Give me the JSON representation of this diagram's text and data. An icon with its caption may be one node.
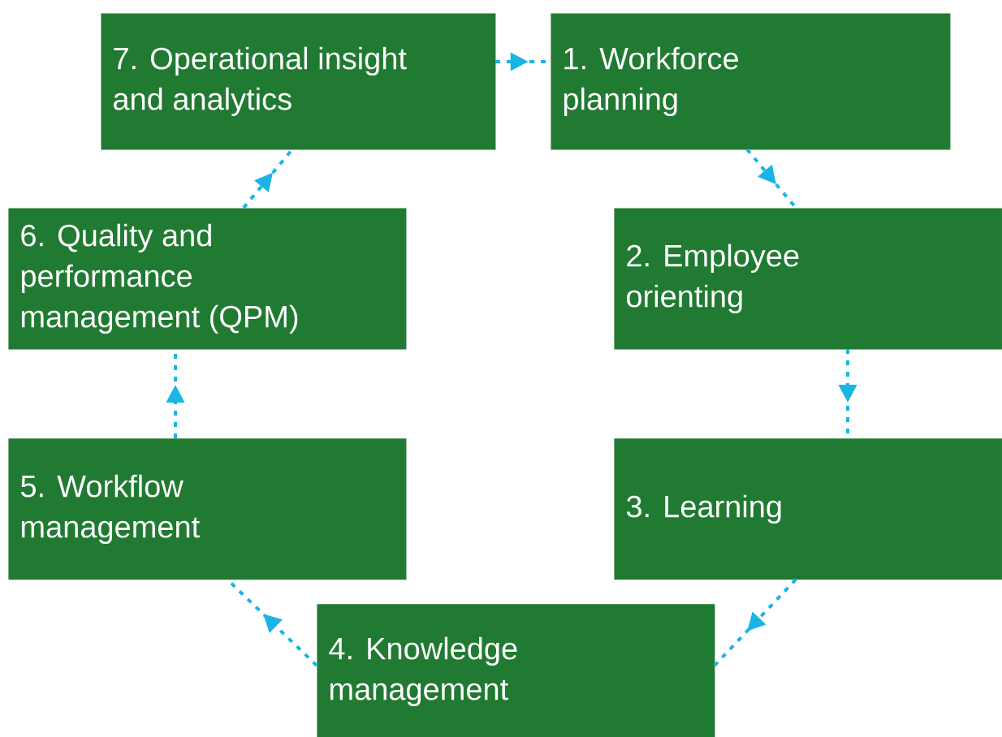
{
  "diagram": {
    "nodes": [
      {
        "text": [
          "1. Workforce planning"
        ]
      },
      {
        "text": [
          "2. Employee orienting"
        ]
      },
      {
        "text": [
          "3. Learning"
        ]
      },
      {
        "text": [
          "4. Knowledge management"
        ]
      },
      {
        "text": [
          "5. Workflow management"
        ]
      },
      {
        "text": [
          "6. Quality and performance management (QPM)"
        ]
      },
      {
        "text": [
          "7. Operational insight and analytics"
        ]
      }
    ],
    "edges": [
      {
        "from": 0,
        "to": 1,
        "arrow": "to"
      },
      {
        "from": 1,
        "to": 2,
        "arrow": "to"
      },
      {
        "from": 2,
        "to": 3,
        "arrow": "to"
      },
      {
        "from": 3,
        "to": 4,
        "arrow": "to"
      },
      {
        "from": 4,
        "to": 5,
        "arrow": "to"
      },
      {
        "from": 5,
        "to": 6,
        "arrow": "to"
      },
      {
        "from": 6,
        "to": 0,
        "arrow": "to"
      }
    ]
  }
}
